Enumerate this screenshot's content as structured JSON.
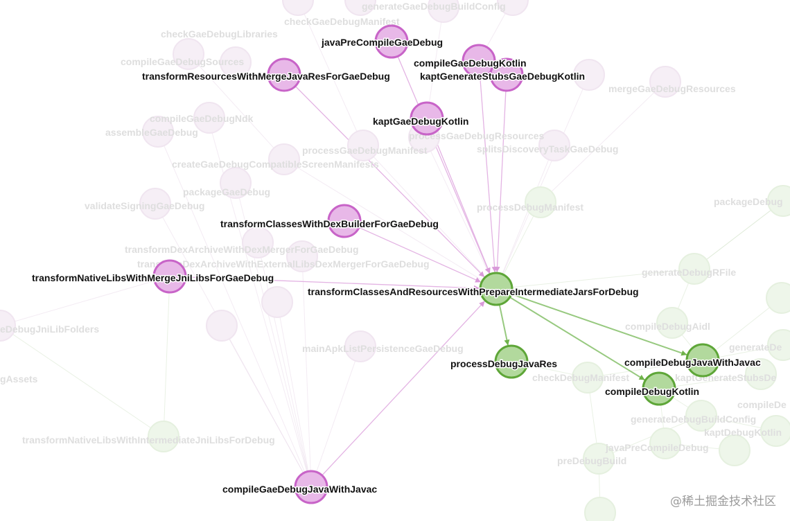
{
  "graph": {
    "faded_labels": [
      "checkGaeDebugManifest",
      "generateGaeDebugBuildConfig",
      "checkGaeDebugLibraries",
      "compileGaeDebugSources",
      "mergeGaeDebugResources",
      "compileGaeDebugNdk",
      "assembleGaeDebug",
      "processGaeDebugResources",
      "splitsDiscoveryTaskGaeDebug",
      "processGaeDebugManifest",
      "createGaeDebugCompatibleScreenManifests",
      "packageGaeDebug",
      "validateSigningGaeDebug",
      "processDebugManifest",
      "packageDebug",
      "transformDexArchiveWithDexMergerForGaeDebug",
      "transformDexArchiveWithExternalLibsDexMergerForGaeDebug",
      "generateDebugRFile",
      "compileDebugAidl",
      "generateDe",
      "eDebugJniLibFolders",
      "mainApkListPersistenceGaeDebug",
      "checkDebugManifest",
      "kaptGenerateStubsDe",
      "gAssets",
      "compileDe",
      "generateDebugBuildConfig",
      "kaptDebugKotlin",
      "transformNativeLibsWithIntermediateJniLibsForDebug",
      "javaPreCompileDebug",
      "preDebugBuild"
    ],
    "active_labels": {
      "javaPreCompileGaeDebug": "javaPreCompileGaeDebug",
      "compileGaeDebugKotlin": "compileGaeDebugKotlin",
      "transformResourcesWithMergeJavaResForGaeDebug": "transformResourcesWithMergeJavaResForGaeDebug",
      "kaptGenerateStubsGaeDebugKotlin": "kaptGenerateStubsGaeDebugKotlin",
      "kaptGaeDebugKotlin": "kaptGaeDebugKotlin",
      "transformClassesWithDexBuilderForGaeDebug": "transformClassesWithDexBuilderForGaeDebug",
      "transformNativeLibsWithMergeJniLibsForGaeDebug": "transformNativeLibsWithMergeJniLibsForGaeDebug",
      "transformClassesAndResourcesWithPrepareIntermediateJarsForDebug": "transformClassesAndResourcesWithPrepareIntermediateJarsForDebug",
      "processDebugJavaRes": "processDebugJavaRes",
      "compileDebugJavaWithJavac": "compileDebugJavaWithJavac",
      "compileDebugKotlin": "compileDebugKotlin",
      "compileGaeDebugJavaWithJavac": "compileGaeDebugJavaWithJavac"
    },
    "colors": {
      "pink_fill": "#e8b8e8",
      "pink_stroke": "#c864c8",
      "green_fill": "#b2d99d",
      "green_stroke": "#5ea638"
    }
  },
  "watermark": "@稀土掘金技术社区"
}
